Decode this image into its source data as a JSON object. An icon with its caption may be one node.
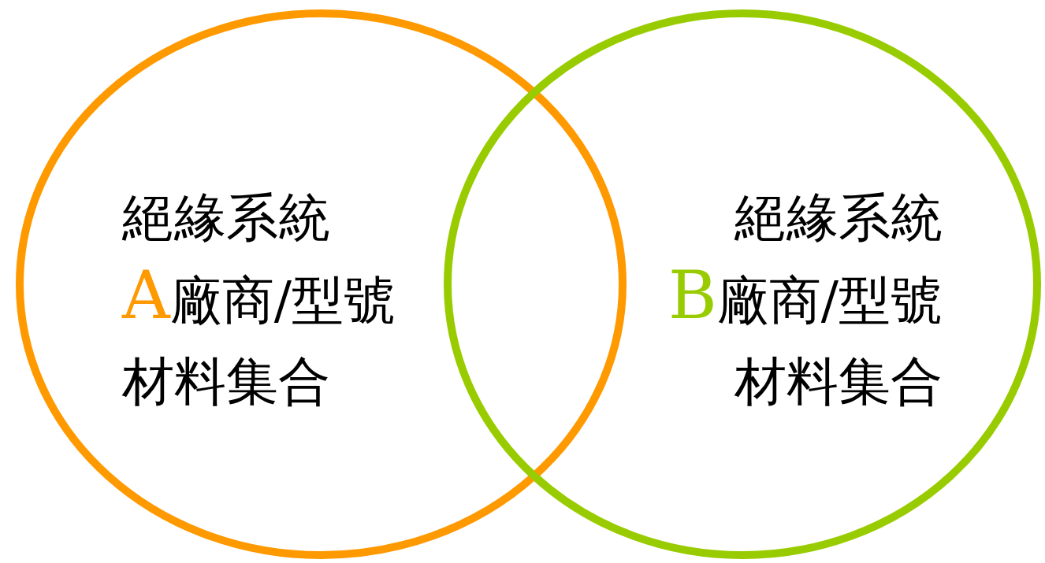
{
  "diagram": {
    "nodes": [
      {
        "text": [
          "絕緣系統",
          "A廠商/型號",
          "材料集合"
        ]
      },
      {
        "text": [
          "絕緣系統",
          "B廠商/型號",
          "材料集合"
        ]
      }
    ]
  }
}
